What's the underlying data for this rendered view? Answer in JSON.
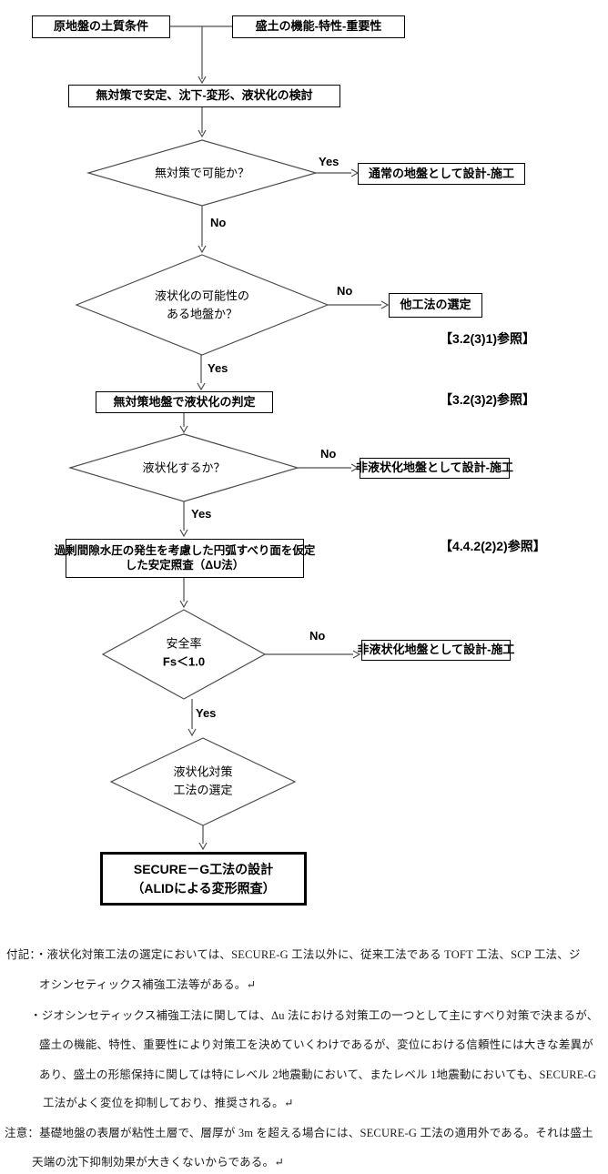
{
  "flowchart": {
    "yes": "Yes",
    "no": "No",
    "boxes": {
      "site": "原地盤の土質条件",
      "embankment": "盛土の機能-特性-重要性",
      "initial_check": "無対策で安定、沈下-変形、液状化の検討",
      "normal_design": "通常の地盤として設計-施工",
      "other_method": "他工法の選定",
      "judgement": "無対策地盤で液状化の判定",
      "non_liq_design": "非液状化地盤として設計-施工",
      "stability_l1": "過剰間隙水圧の発生を考慮した円弧すべり面を仮定",
      "stability_l2": "した安定照査（ΔU法）",
      "final_l1": "SECURE－G工法の設計",
      "final_l2": "（ALIDによる変形照査）"
    },
    "decisions": {
      "d1": "無対策で可能か？",
      "d2_l1": "液状化の可能性の",
      "d2_l2": "ある地盤か？",
      "d3": "液状化するか？",
      "d4_l1": "安全率",
      "d4_l2": "Fs＜1.0",
      "d5_l1": "液状化対策",
      "d5_l2": "工法の選定"
    },
    "references": {
      "r1": "【3.2(3)1)参照】",
      "r2": "【3.2(3)2)参照】",
      "r3": "【4.4.2(2)2)参照】"
    }
  },
  "notes": {
    "l1": "付記：・液状化対策工法の選定においては、SECURE-G 工法以外に、従来工法である TOFT 工法、SCP 工法、ジ",
    "l2": "オシンセティックス補強工法等がある。↵",
    "l3": "・ジオシンセティックス補強工法に関しては、Δu 法における対策工の一つとして主にすべり対策で決まるが、",
    "l4": "盛土の機能、特性、重要性により対策工を決めていくわけであるが、変位における信頼性には大きな差異が",
    "l5": "あり、盛土の形態保持に関しては特にレベル 2地震動において、またレベル 1地震動においても、SECURE-G",
    "l6": "工法がよく変位を抑制しており、推奨される。↵",
    "l7": "注意：基礎地盤の表層が粘性土層で、層厚が 3m を超える場合には、SECURE-G 工法の適用外である。それは盛土",
    "l8": "天端の沈下抑制効果が大きくないからである。↵"
  }
}
